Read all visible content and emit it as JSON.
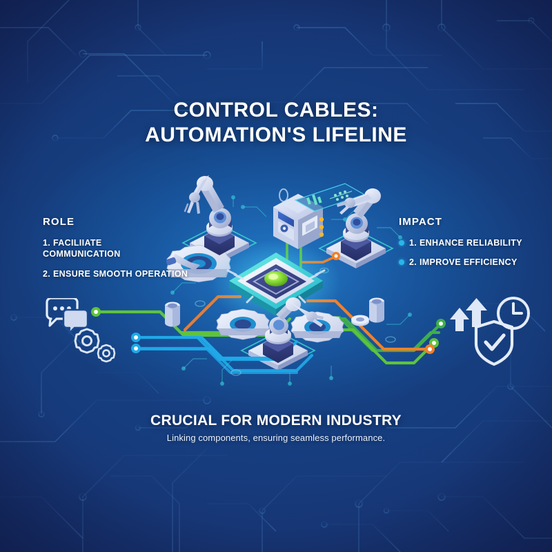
{
  "title": {
    "line1": "CONTROL CABLES:",
    "line2": "AUTOMATION'S LIFELINE"
  },
  "role_panel": {
    "heading": "ROLE",
    "items": [
      {
        "text": "1. FACILIIATE\nCOMMUNICATION"
      },
      {
        "text": "2. ENSURE SMOOTH OPERATION"
      }
    ]
  },
  "impact_panel": {
    "heading": "IMPACT",
    "items": [
      {
        "text": "1. ENHANCE RELIABILITY"
      },
      {
        "text": "2. IMPROVE EFFICIENCY"
      }
    ]
  },
  "footer": {
    "heading": "CRUCIAL FOR MODERN INDUSTRY",
    "subheading": "Linking components, ensuring seamless performance."
  },
  "icons": {
    "left": [
      "speech-bubbles-icon",
      "gears-icon"
    ],
    "right": [
      "growth-arrows-icon",
      "shield-check-icon",
      "clock-icon"
    ],
    "center": [
      "processor-chip-icon",
      "robot-arm-icon",
      "control-panel-icon",
      "gear-icon"
    ]
  },
  "colors": {
    "background_deep": "#131f53",
    "background_mid": "#1a4a92",
    "accent_cyan": "#29b6e8",
    "cable_green": "#5fc33c",
    "cable_green_alt": "#3fae4a",
    "cable_cyan": "#1fa9e8",
    "cable_orange": "#f1802a",
    "chip_core_green": "#6fd02a",
    "text_white": "#ffffff"
  },
  "cables": [
    {
      "name": "cable-green-left-upper",
      "color": "#5fc33c",
      "endpoint": "dot-left-upper"
    },
    {
      "name": "cable-cyan-left-mid",
      "color": "#1fa9e8",
      "endpoint": "dot-left-mid"
    },
    {
      "name": "cable-cyan-left-lower",
      "color": "#1fa9e8",
      "endpoint": "dot-left-lower"
    },
    {
      "name": "cable-green-right-upper",
      "color": "#3fae4a",
      "endpoint": "dot-right-upper"
    },
    {
      "name": "cable-green-right-mid",
      "color": "#5fc33c",
      "endpoint": "dot-right-mid"
    },
    {
      "name": "cable-orange-right-lower",
      "color": "#f1802a",
      "endpoint": "dot-right-lower"
    }
  ]
}
